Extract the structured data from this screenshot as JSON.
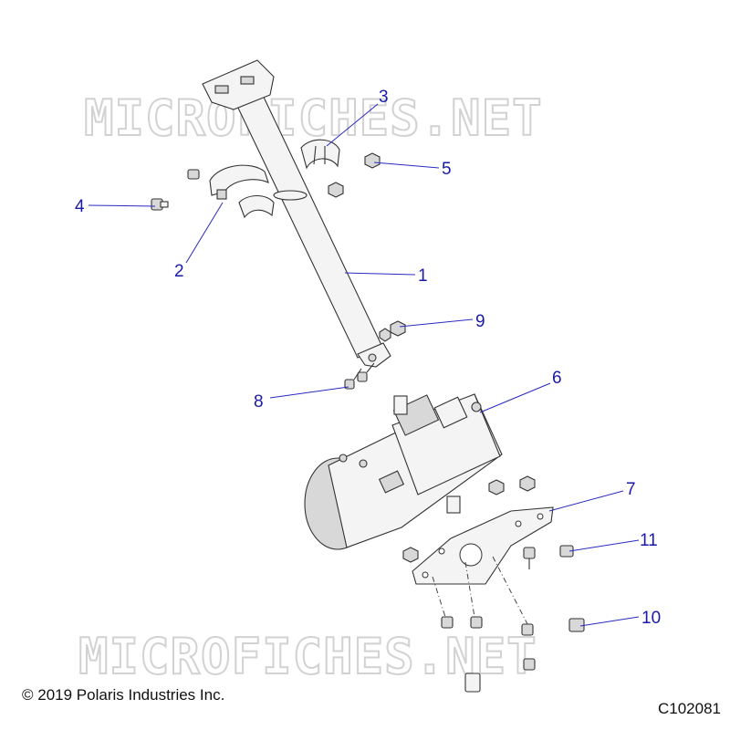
{
  "watermark": {
    "text": "MICROFICHES.NET"
  },
  "callouts": [
    {
      "id": "1",
      "label": "1"
    },
    {
      "id": "2",
      "label": "2"
    },
    {
      "id": "3",
      "label": "3"
    },
    {
      "id": "4",
      "label": "4"
    },
    {
      "id": "5",
      "label": "5"
    },
    {
      "id": "6",
      "label": "6"
    },
    {
      "id": "7",
      "label": "7"
    },
    {
      "id": "8",
      "label": "8"
    },
    {
      "id": "9",
      "label": "9"
    },
    {
      "id": "10",
      "label": "10"
    },
    {
      "id": "11",
      "label": "11"
    }
  ],
  "footer": {
    "copyright": "© 2019 Polaris Industries Inc.",
    "figure_code": "C102081"
  },
  "colors": {
    "callout": "#1a1aa8",
    "leader": "#2a2ac0",
    "watermark": "#d2d2d2"
  }
}
